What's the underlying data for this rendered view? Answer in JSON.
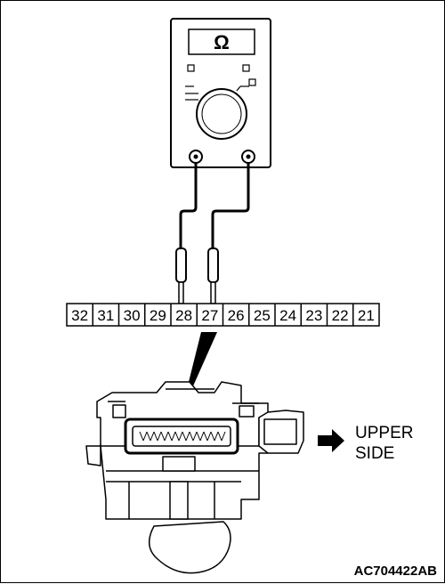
{
  "meter": {
    "symbol": "Ω"
  },
  "connector": {
    "pins": [
      "32",
      "31",
      "30",
      "29",
      "28",
      "27",
      "26",
      "25",
      "24",
      "23",
      "22",
      "21"
    ],
    "probed_pins": [
      "28",
      "27"
    ]
  },
  "direction": {
    "line1": "UPPER",
    "line2": "SIDE"
  },
  "figure_id": "AC704422AB"
}
